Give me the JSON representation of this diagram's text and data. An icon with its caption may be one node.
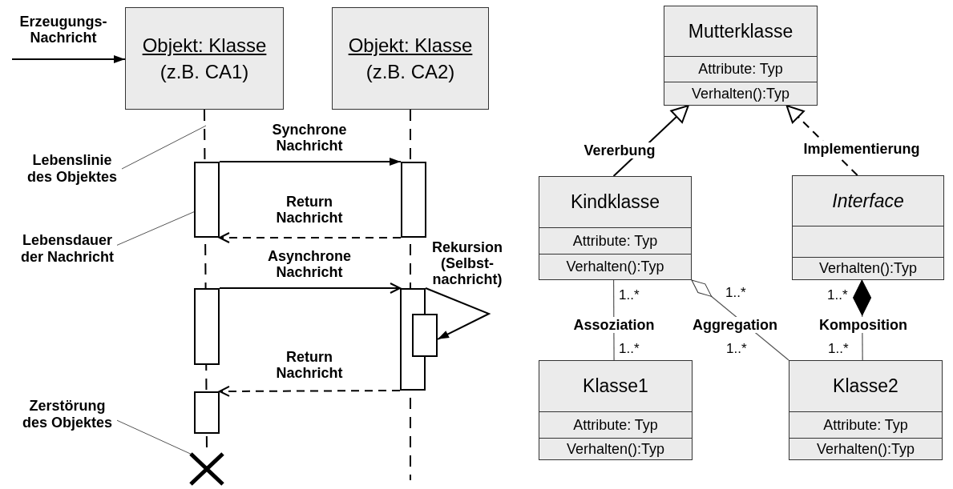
{
  "diagram": {
    "nodes": [
      {
        "text": [
          "Objekt: Klasse",
          "(z.B. CA1)"
        ]
      },
      {
        "text": [
          "Objekt: Klasse",
          "(z.B. CA2)"
        ]
      },
      {
        "text": [
          "Lebenslinie des Objektes"
        ]
      },
      {
        "text": [],
        "shape": "bar"
      },
      {
        "text": [],
        "shape": "bar"
      },
      {
        "text": [
          "Lebensdauer der Nachricht"
        ]
      },
      {
        "text": [],
        "shape": "bar"
      },
      {
        "text": [],
        "shape": "bar"
      },
      {
        "text": [],
        "shape": "bar"
      },
      {
        "text": [],
        "shape": "bar"
      },
      {
        "text": [
          "Zerstörung des Objektes"
        ]
      },
      {
        "text": [],
        "shape": "cross"
      },
      {
        "text": [
          "Mutterklasse",
          "Attribute: Typ",
          "Verhalten():Typ"
        ]
      },
      {
        "text": [
          "Kindklasse",
          "Attribute: Typ",
          "Verhalten():Typ"
        ]
      },
      {
        "text": [
          "Interface",
          "Verhalten():Typ"
        ]
      },
      {
        "text": [
          "Klasse1",
          "Attribute: Typ",
          "Verhalten():Typ"
        ]
      },
      {
        "text": [
          "Klasse2",
          "Attribute: Typ",
          "Verhalten():Typ"
        ]
      }
    ],
    "edges": [
      {
        "from": null,
        "to": 0,
        "arrow": "to",
        "label": "Erzeugungs- Nachricht"
      },
      {
        "from": 3,
        "to": 4,
        "arrow": "to",
        "label": "Synchrone Nachricht"
      },
      {
        "from": 4,
        "to": 3,
        "arrow": "to",
        "label": "Return Nachricht",
        "style": "dashed"
      },
      {
        "from": 6,
        "to": 7,
        "arrow": "to",
        "label": "Asynchrone Nachricht"
      },
      {
        "from": 7,
        "to": 8,
        "arrow": "to",
        "label": "Rekursion (Selbst- nachricht)"
      },
      {
        "from": 7,
        "to": 9,
        "arrow": "to",
        "label": "Return Nachricht",
        "style": "dashed"
      },
      {
        "from": 2,
        "to": null,
        "arrow": "none",
        "color": "#555555"
      },
      {
        "from": 5,
        "to": 3,
        "arrow": "none",
        "color": "#555555"
      },
      {
        "from": 10,
        "to": 11,
        "arrow": "none",
        "color": "#555555"
      },
      {
        "from": 13,
        "to": 12,
        "arrow": "to",
        "label": "Vererbung"
      },
      {
        "from": 14,
        "to": 12,
        "arrow": "to",
        "label": "Implementierung",
        "style": "dashed"
      },
      {
        "from": 13,
        "to": 15,
        "arrow": "none",
        "label": "Assoziation",
        "color": "#555555"
      },
      {
        "from": 16,
        "to": 13,
        "arrow": "other",
        "label": "Aggregation",
        "color": "#555555"
      },
      {
        "from": 16,
        "to": 14,
        "arrow": "other",
        "label": "Komposition",
        "color": "#555555"
      },
      {
        "from": 0,
        "to": 11,
        "arrow": "none",
        "style": "dashed"
      },
      {
        "from": 1,
        "to": null,
        "arrow": "none",
        "style": "dashed"
      }
    ],
    "labels": [
      "1..*",
      "1..*",
      "1..*",
      "1..*",
      "1..*",
      "1..*"
    ]
  }
}
